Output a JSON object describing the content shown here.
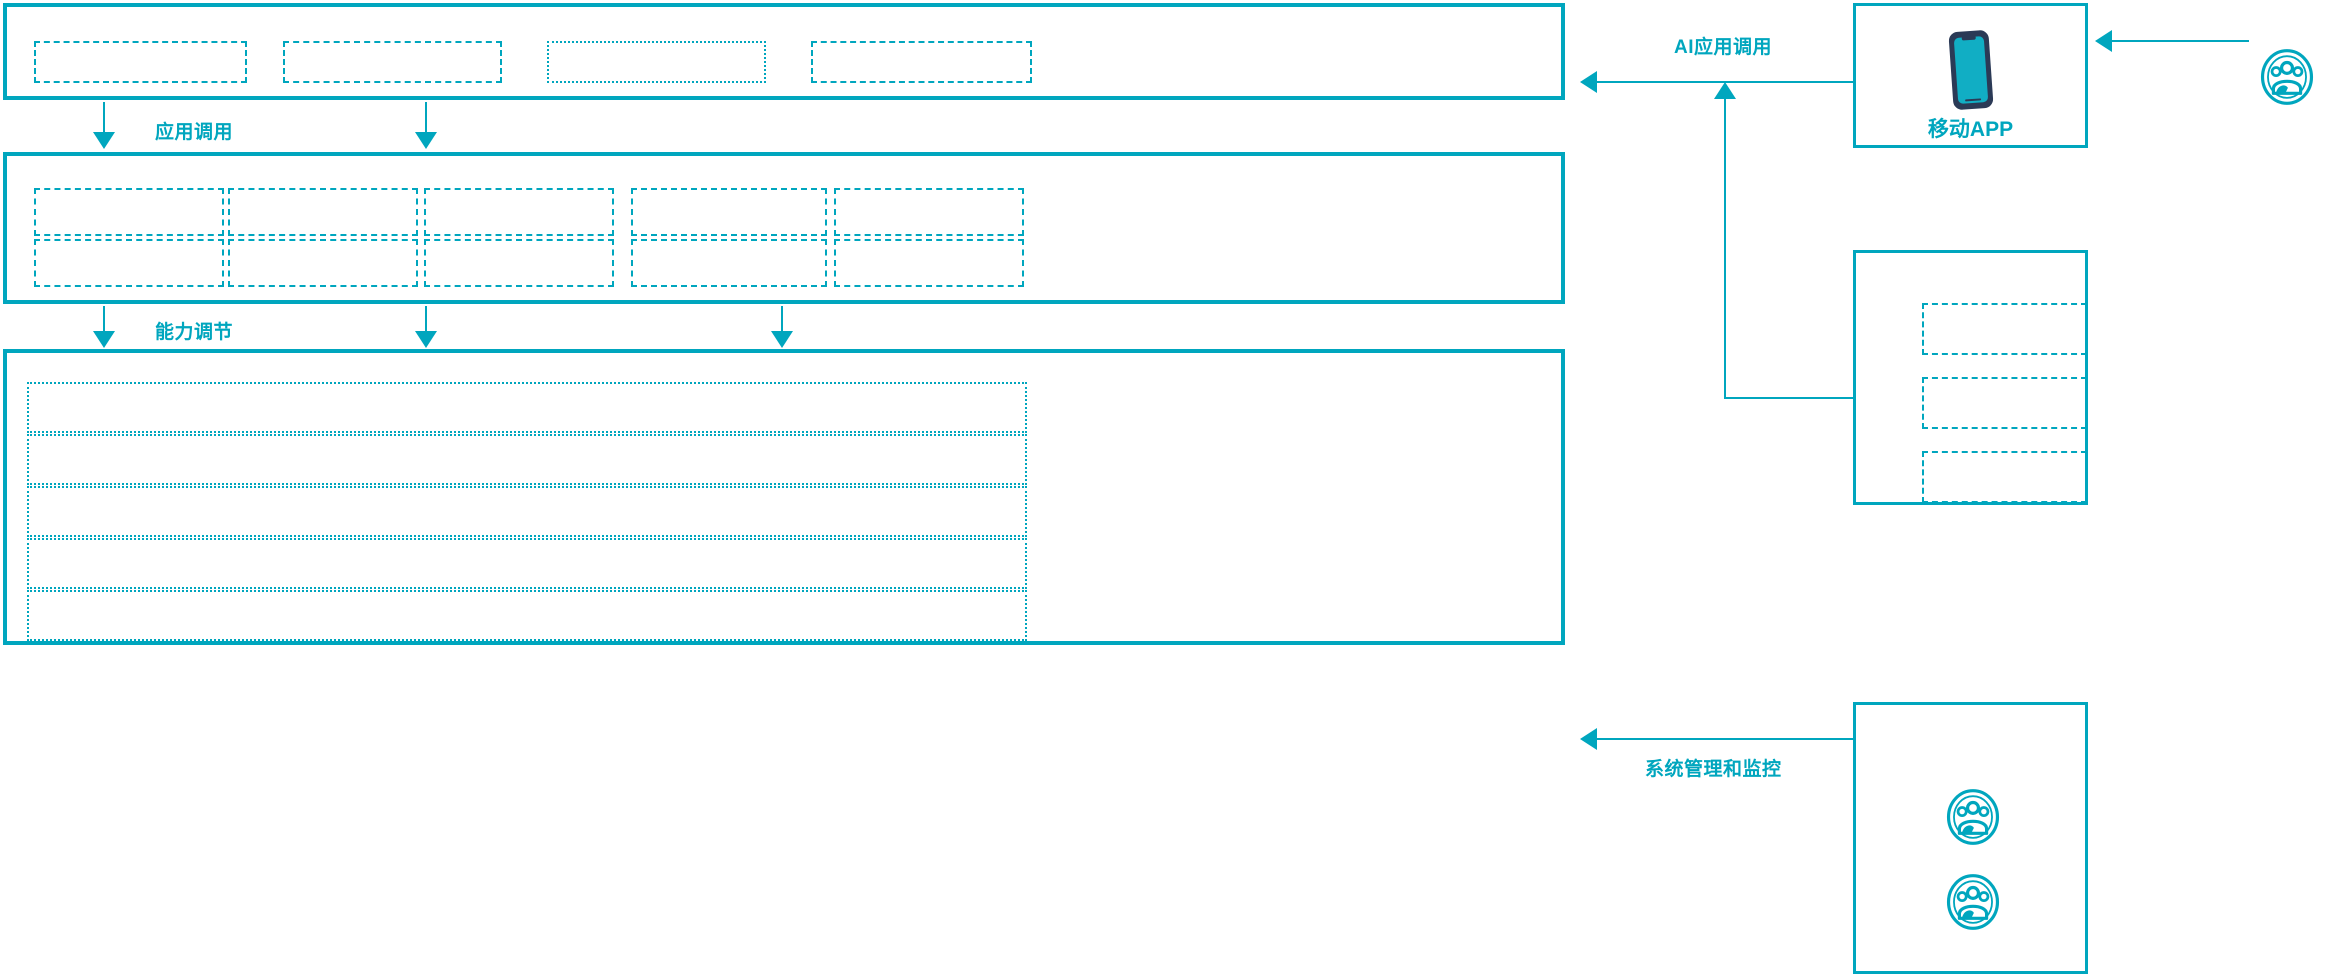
{
  "diagram": {
    "accent_color": "#00a6be",
    "phone_body_color": "#2b3a56",
    "phone_screen_color": "#00a6be",
    "background": "#ffffff"
  },
  "flow_labels": {
    "app_call": "应用调用",
    "capability_adjust": "能力调节",
    "ai_app_call": "AI应用调用",
    "system_mgmt_monitor": "系统管理和监控"
  },
  "layers": {
    "application_layer": {
      "name": "application-layer",
      "slots": [
        "",
        "",
        "",
        ""
      ]
    },
    "capability_layer": {
      "name": "capability-layer",
      "rows": 2,
      "cols": 5,
      "slots": [
        [
          "",
          "",
          "",
          "",
          ""
        ],
        [
          "",
          "",
          "",
          "",
          ""
        ]
      ]
    },
    "infrastructure_layer": {
      "name": "infrastructure-layer",
      "slots": [
        "",
        "",
        "",
        "",
        ""
      ]
    }
  },
  "right_column": {
    "mobile_app_card": {
      "label": "移动APP",
      "icon": "smartphone-icon"
    },
    "channel_card": {
      "label": "",
      "slots": [
        "",
        "",
        ""
      ]
    },
    "actors_card": {
      "label": "",
      "icons": [
        "user-group-icon",
        "user-group-icon"
      ]
    },
    "external_actor": {
      "icon": "user-group-icon"
    }
  }
}
